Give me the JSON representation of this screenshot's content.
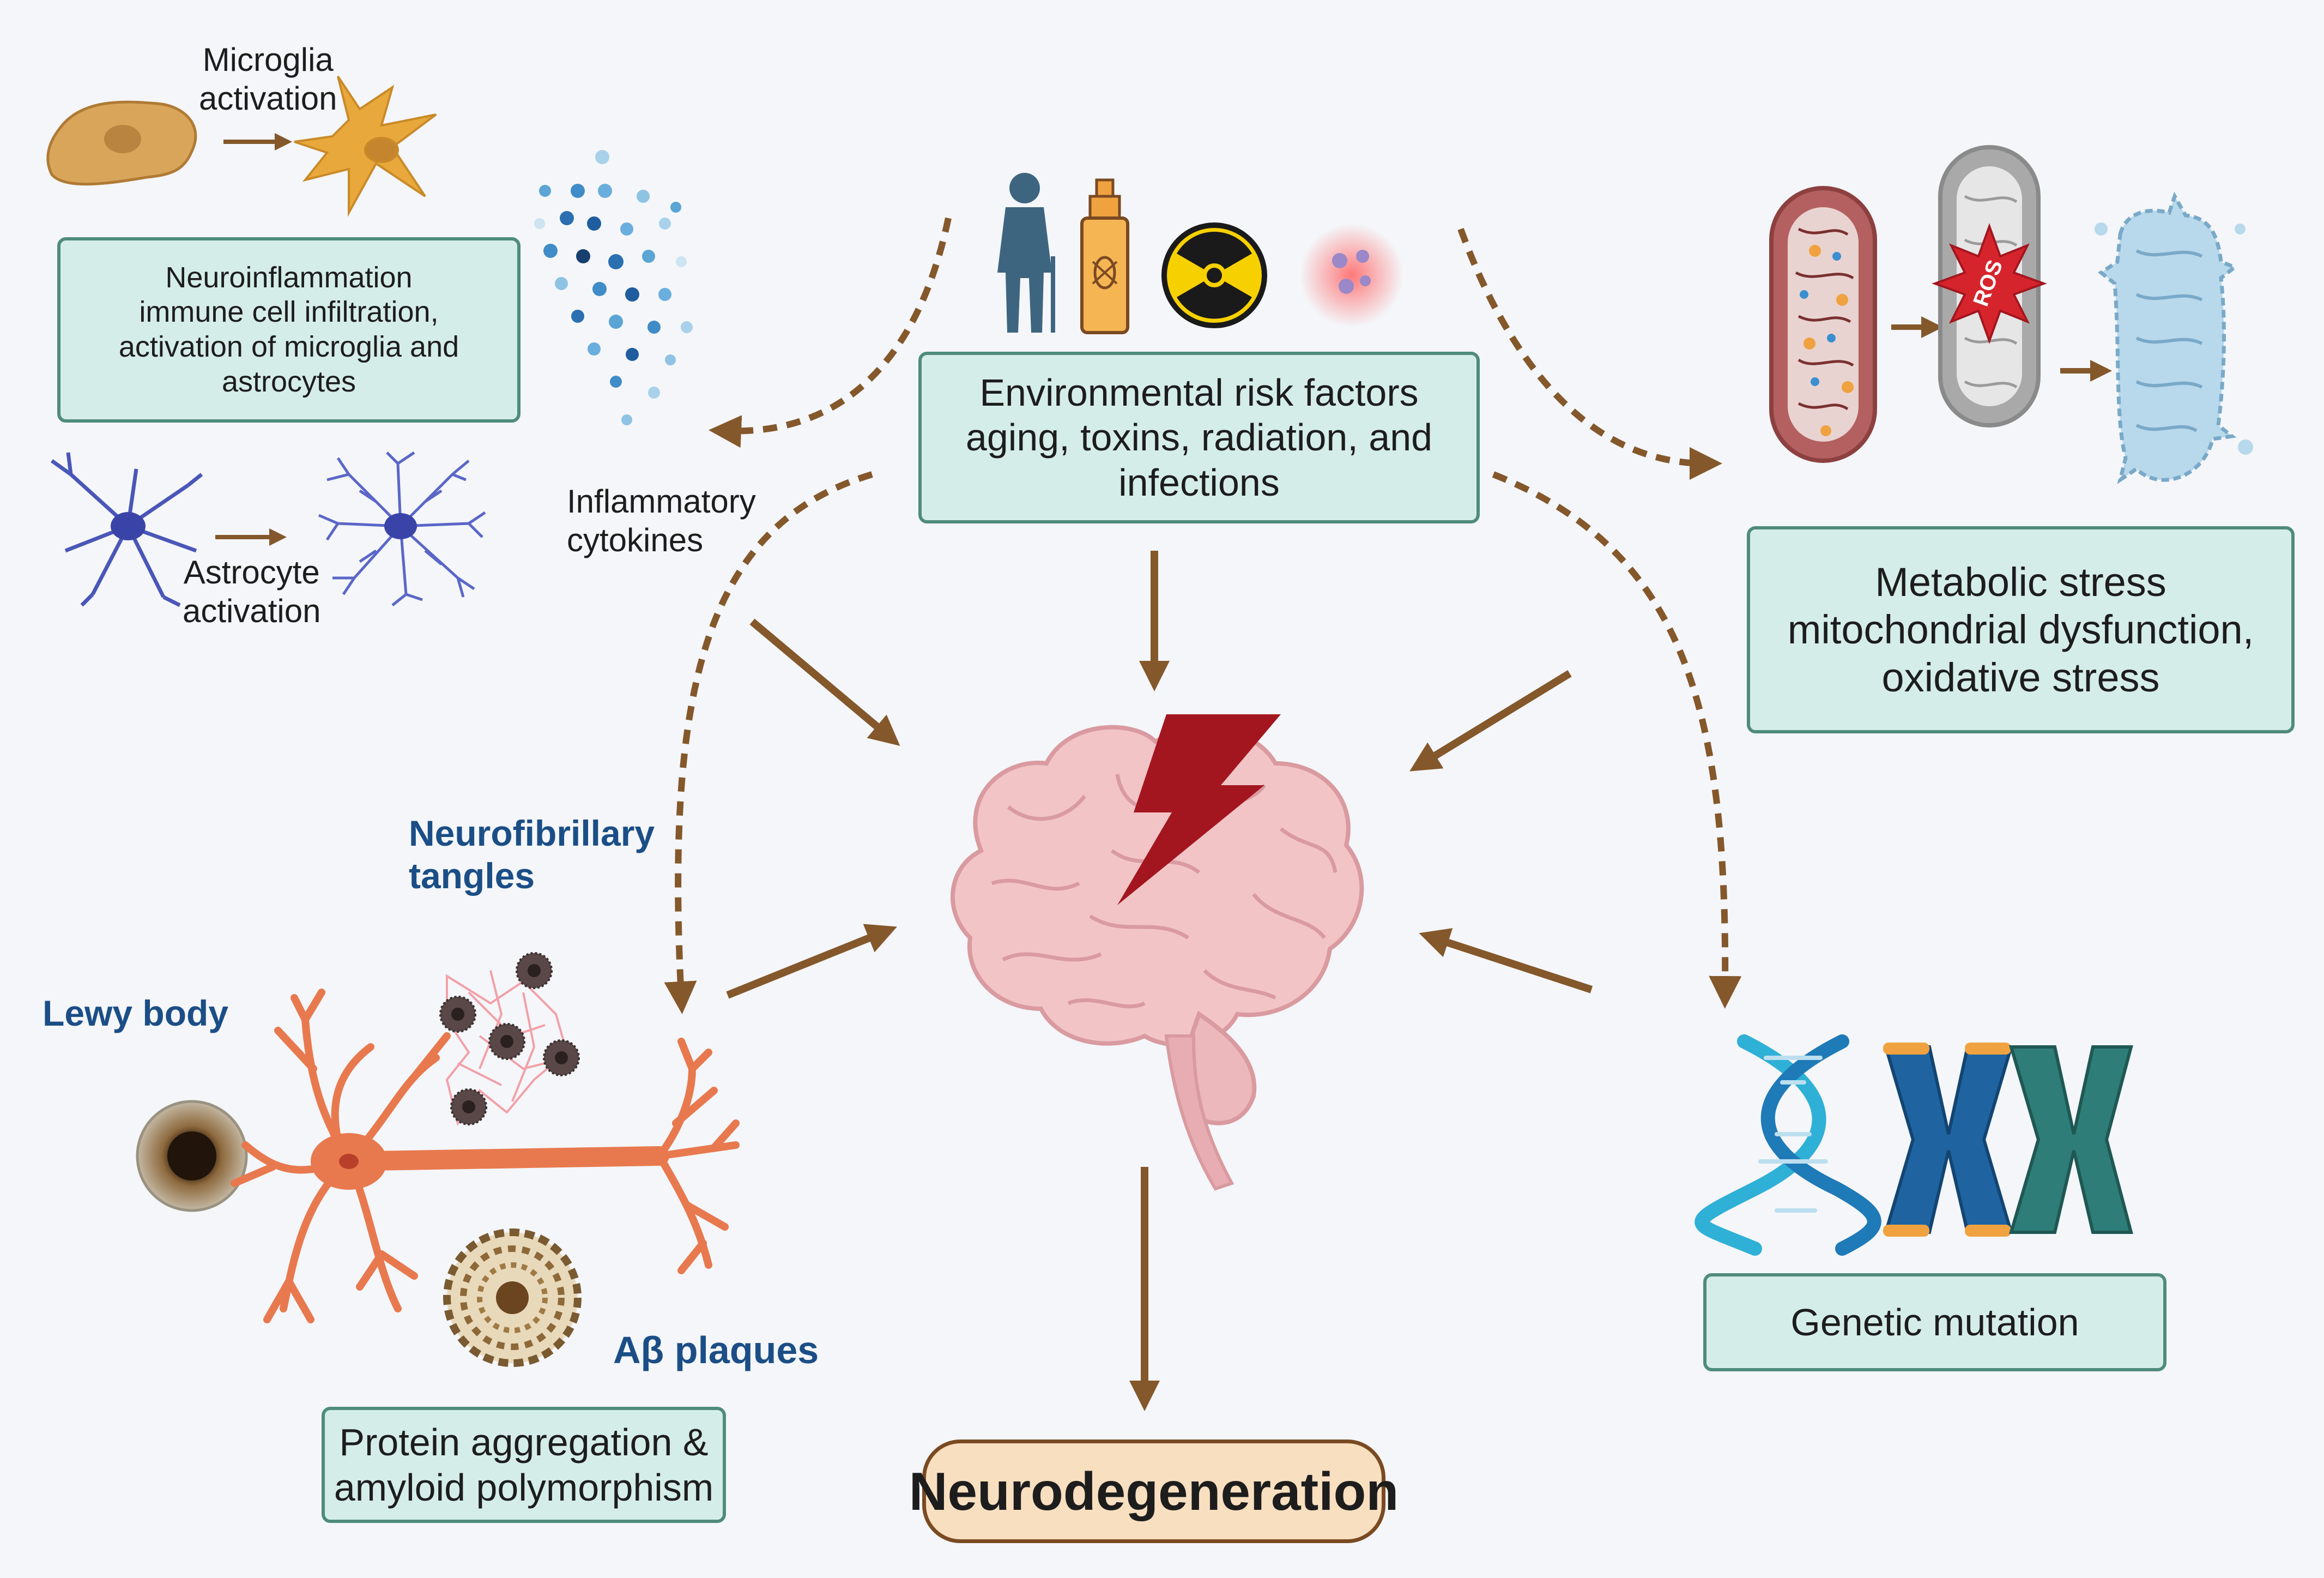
{
  "colors": {
    "background": "#f4f6f9",
    "box_fill": "#d5ede8",
    "box_border": "#4f8b7d",
    "arrow_brown": "#84582b",
    "label_blue": "#1b4e86",
    "neuro_fill": "#f8dfc0"
  },
  "environment": {
    "lines": [
      "Environmental risk factors",
      "aging, toxins, radiation, and",
      "infections"
    ],
    "icons": [
      "elderly-person-icon",
      "pesticide-spray-icon",
      "radiation-hazard-icon",
      "virus-infection-icon"
    ]
  },
  "neuroinflammation": {
    "lines": [
      "Neuroinflammation",
      "immune cell infiltration,",
      "activation of microglia and",
      "astrocytes"
    ],
    "microglia_label": [
      "Microglia",
      "activation"
    ],
    "astrocyte_label": [
      "Astrocyte",
      "activation"
    ],
    "cytokines_label": [
      "Inflammatory",
      "cytokines"
    ]
  },
  "metabolic": {
    "lines": [
      "Metabolic stress",
      "mitochondrial dysfunction,",
      "oxidative stress"
    ],
    "ros_label": "ROS"
  },
  "protein": {
    "lines": [
      "Protein aggregation &",
      "amyloid polymorphism"
    ],
    "tangles_label": [
      "Neurofibrillary",
      "tangles"
    ],
    "lewy_label": "Lewy body",
    "plaques_label": "Aβ plaques"
  },
  "genetic": {
    "label": "Genetic mutation"
  },
  "outcome": {
    "label": "Neurodegeneration"
  }
}
